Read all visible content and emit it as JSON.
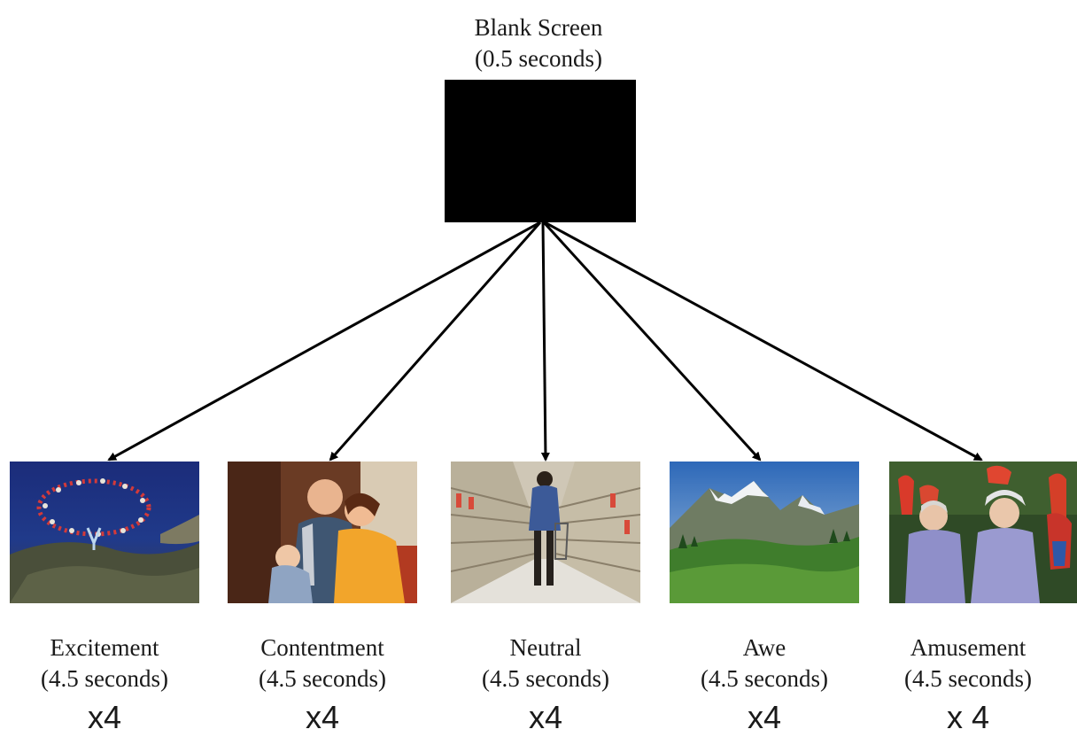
{
  "blank_screen": {
    "title": "Blank Screen",
    "duration": "(0.5 seconds)"
  },
  "conditions": [
    {
      "name": "Excitement",
      "duration": "(4.5 seconds)",
      "repeats": "x4"
    },
    {
      "name": "Contentment",
      "duration": "(4.5 seconds)",
      "repeats": "x4"
    },
    {
      "name": "Neutral",
      "duration": "(4.5 seconds)",
      "repeats": "x4"
    },
    {
      "name": "Awe",
      "duration": "(4.5 seconds)",
      "repeats": "x4"
    },
    {
      "name": "Amusement",
      "duration": "(4.5 seconds)",
      "repeats": "x 4"
    }
  ],
  "colors": {
    "background": "#ffffff",
    "arrow": "#000000",
    "text": "#1a1a1a",
    "blank_screen": "#000000"
  }
}
